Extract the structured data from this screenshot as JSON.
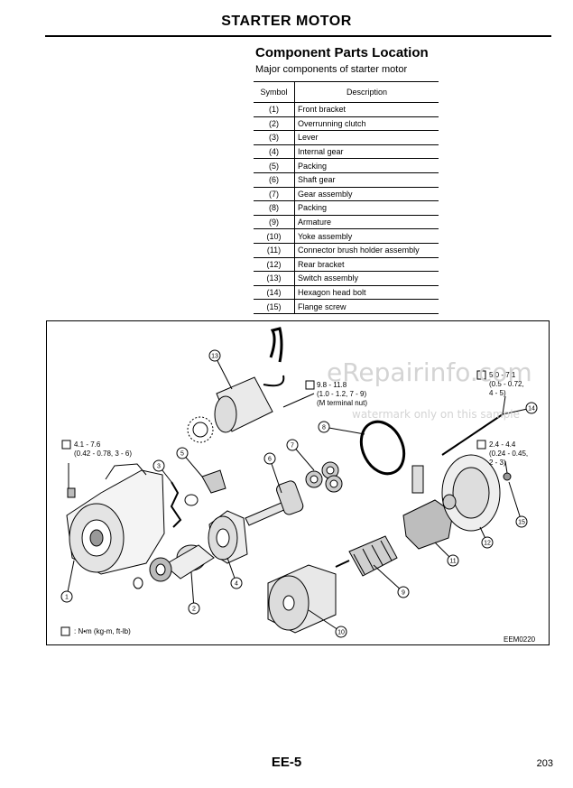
{
  "header": {
    "title": "STARTER MOTOR"
  },
  "section": {
    "title": "Component Parts Location",
    "subtitle": "Major components of starter motor"
  },
  "table": {
    "columns": [
      "Symbol",
      "Description"
    ],
    "rows": [
      [
        "(1)",
        "Front bracket"
      ],
      [
        "(2)",
        "Overrunning clutch"
      ],
      [
        "(3)",
        "Lever"
      ],
      [
        "(4)",
        "Internal gear"
      ],
      [
        "(5)",
        "Packing"
      ],
      [
        "(6)",
        "Shaft gear"
      ],
      [
        "(7)",
        "Gear assembly"
      ],
      [
        "(8)",
        "Packing"
      ],
      [
        "(9)",
        "Armature"
      ],
      [
        "(10)",
        "Yoke assembly"
      ],
      [
        "(11)",
        "Connector brush holder assembly"
      ],
      [
        "(12)",
        "Rear bracket"
      ],
      [
        "(13)",
        "Switch assembly"
      ],
      [
        "(14)",
        "Hexagon head bolt"
      ],
      [
        "(15)",
        "Flange screw"
      ]
    ]
  },
  "figure": {
    "torque_1": "9.8 - 11.8\n(1.0 - 1.2, 7 - 9)\n(M terminal nut)",
    "torque_2": "4.1 - 7.6\n(0.42 - 0.78, 3 - 6)",
    "torque_3": "5.0 - 7.1\n(0.5 - 0.72,\n4 - 5)",
    "torque_4": "2.4 - 4.4\n(0.24 - 0.45,\n2 - 3)",
    "legend": ": N•m (kg-m, ft-lb)",
    "code": "EEM0220",
    "callouts": [
      "1",
      "2",
      "3",
      "4",
      "5",
      "6",
      "7",
      "8",
      "9",
      "10",
      "11",
      "12",
      "13",
      "14",
      "15"
    ]
  },
  "watermark": {
    "line1": "eRepairinfo.com",
    "line2": "watermark only on this sample"
  },
  "footer": {
    "code": "EE-5",
    "page": "203"
  }
}
